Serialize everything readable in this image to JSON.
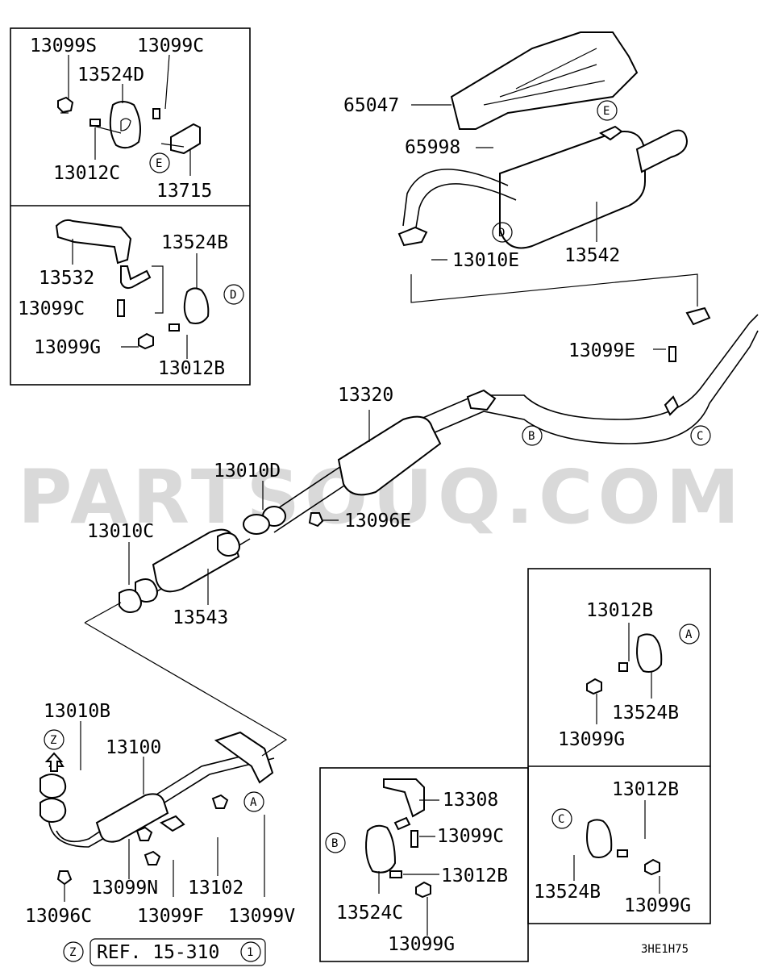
{
  "watermark": "PARTSOUQ.COM",
  "diagram_code": "3HE1H75",
  "reference": {
    "callout": "Z",
    "text": "REF. 15-310",
    "circled_number": "1"
  },
  "callouts": {
    "A": "A",
    "B": "B",
    "C": "C",
    "D": "D",
    "E": "E",
    "Z": "Z"
  },
  "part_labels": {
    "p13099S": "13099S",
    "p13099C_tl": "13099C",
    "p13524D": "13524D",
    "p13012C": "13012C",
    "p13715": "13715",
    "p13532": "13532",
    "p13524B_l": "13524B",
    "p13099C_l": "13099C",
    "p13099G_l": "13099G",
    "p13012B_l": "13012B",
    "p65047": "65047",
    "p65998": "65998",
    "p13010E": "13010E",
    "p13542": "13542",
    "p13099E": "13099E",
    "p13320": "13320",
    "p13010D": "13010D",
    "p13096E": "13096E",
    "p13010C": "13010C",
    "p13543": "13543",
    "p13012B_r1": "13012B",
    "p13524B_r1": "13524B",
    "p13099G_r1": "13099G",
    "p13010B": "13010B",
    "p13100": "13100",
    "p13099N": "13099N",
    "p13102": "13102",
    "p13096C": "13096C",
    "p13099F": "13099F",
    "p13099V": "13099V",
    "p13308": "13308",
    "p13099C_b": "13099C",
    "p13012B_b": "13012B",
    "p13524C": "13524C",
    "p13099G_b": "13099G",
    "p13012B_r2": "13012B",
    "p13524B_r2": "13524B",
    "p13099G_r2": "13099G"
  }
}
